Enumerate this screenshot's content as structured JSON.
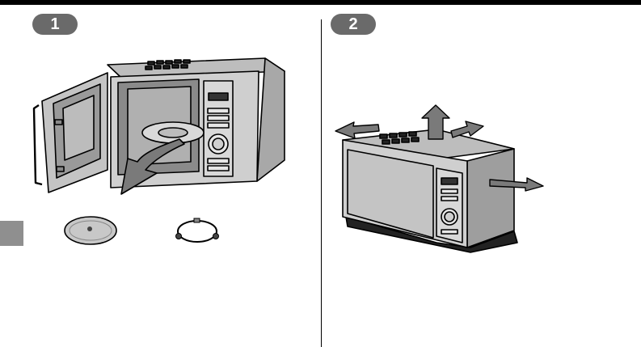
{
  "page": {
    "steps": [
      {
        "number": "1"
      },
      {
        "number": "2"
      }
    ]
  },
  "icons": [
    "step-number-badge",
    "microwave-open-door-illustration",
    "remove-turntable-arrow",
    "glass-turntable-plate",
    "roller-ring",
    "microwave-clearance-illustration",
    "clearance-arrow"
  ],
  "colors": {
    "rule": "#000000",
    "badge": "#6a6a6a",
    "side_tab": "#8f8f8f",
    "appliance_shade": "#c8c8c8",
    "arrow_shade": "#7a7a7a"
  }
}
